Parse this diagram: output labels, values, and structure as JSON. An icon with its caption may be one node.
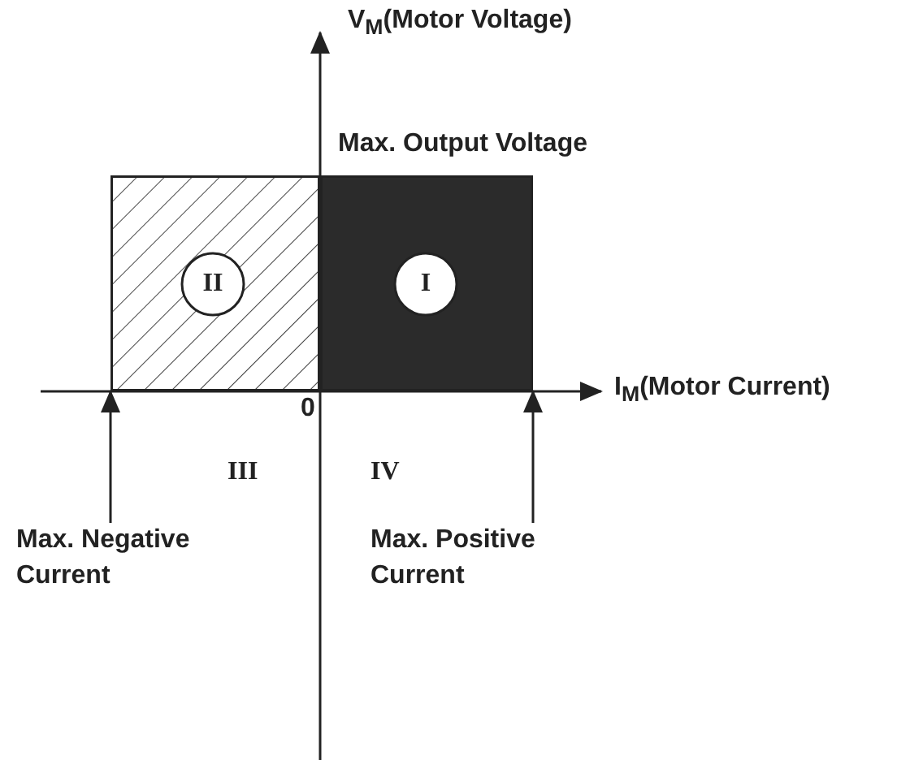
{
  "diagram": {
    "nodes": [
      {
        "text": [],
        "shape": "box"
      },
      {
        "text": [
          "II"
        ],
        "in": 0
      },
      {
        "text": [],
        "shape": "box"
      },
      {
        "text": [
          "I"
        ],
        "in": 2
      },
      {
        "text": [
          "Max. Negative Current"
        ]
      },
      {
        "text": [
          "Max. Positive Current"
        ]
      }
    ],
    "edges": [
      {
        "from": 4,
        "to": 0,
        "arrow": "to"
      },
      {
        "from": 5,
        "to": 2,
        "arrow": "to"
      }
    ],
    "labels": [
      "V$_{M}$(Motor Voltage)",
      "Max. Output Voltage",
      "I$_{M}$(Motor Current)",
      "0",
      "III",
      "IV"
    ]
  }
}
